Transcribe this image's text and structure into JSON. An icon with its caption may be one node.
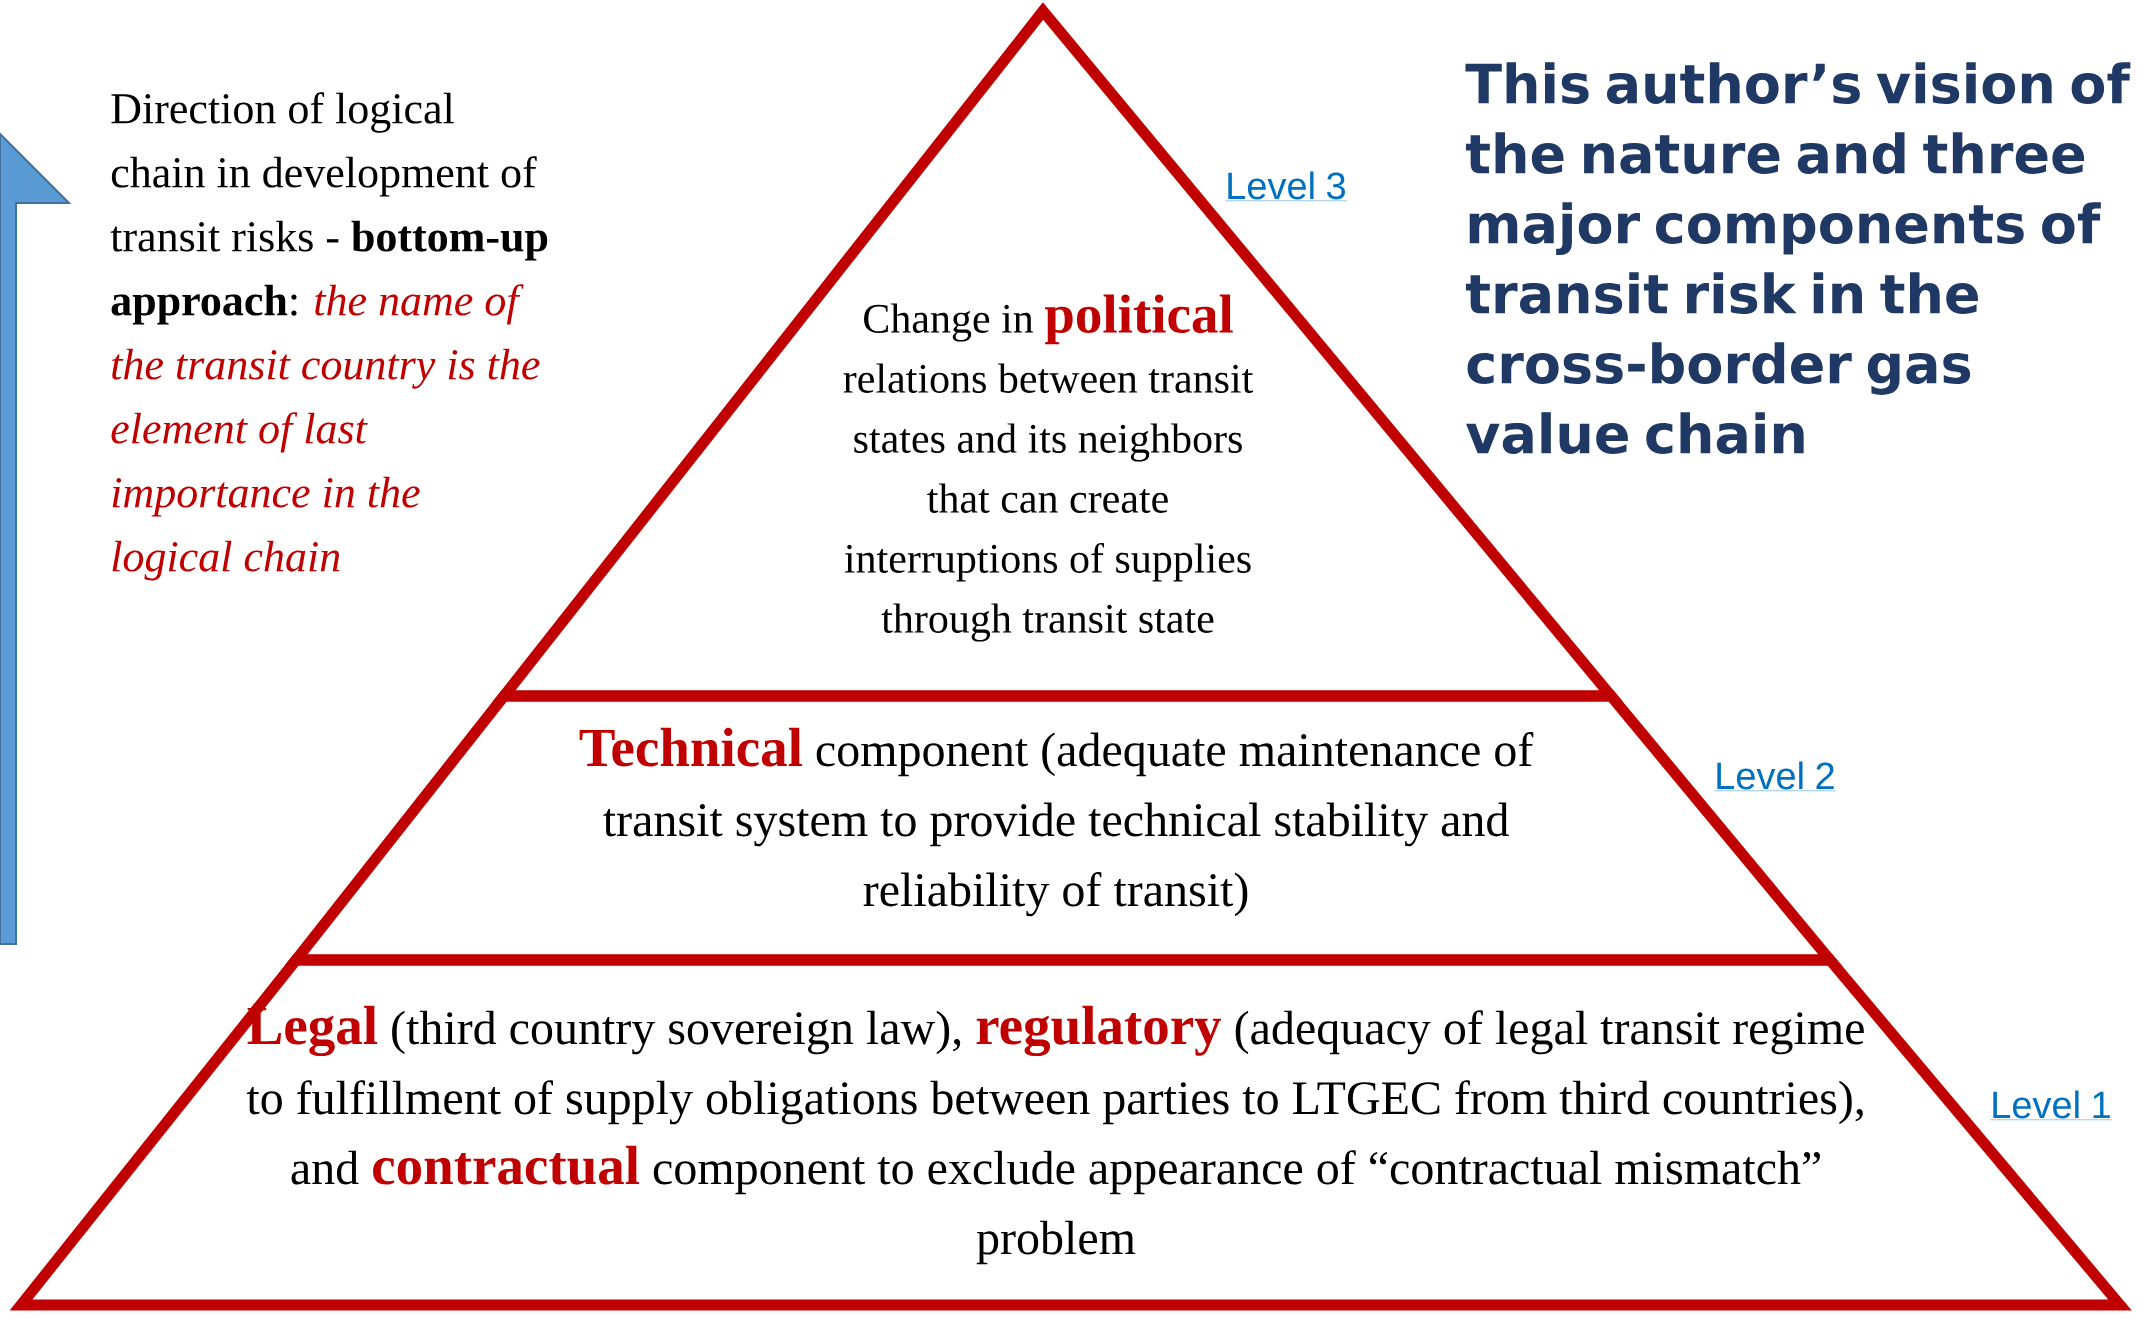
{
  "diagram": {
    "title": "This author’s vision of the nature and three major components of transit risk in the cross-border gas value chain",
    "nodes": [
      {
        "text": [
          "Change in **political** relations between transit states and its neighbors that can create interruptions of supplies through transit state"
        ],
        "beside": [
          "Level 3"
        ]
      },
      {
        "text": [
          "**Technical** component (adequate maintenance of transit system to provide technical stability and reliability of transit)"
        ],
        "beside": [
          "Level 2"
        ]
      },
      {
        "text": [
          "**Legal** (third country sovereign law), **regulatory** (adequacy of legal transit regime to fulfillment of supply obligations between parties to LTGEC from third countries), and **contractual** component to exclude appearance of “contractual mismatch” problem"
        ],
        "beside": [
          "Level 1"
        ]
      }
    ],
    "labels": [
      "Direction of logical chain in development of transit risks - **bottom-up approach**:",
      "the name of the transit country is the element of last importance in the logical chain"
    ]
  }
}
